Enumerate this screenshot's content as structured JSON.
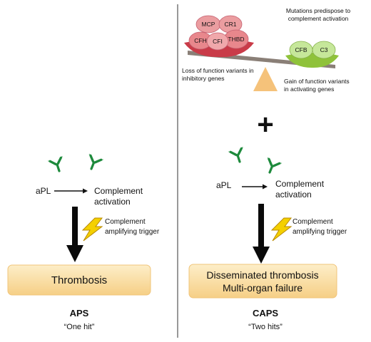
{
  "left": {
    "antibody_label": "aPL",
    "activation_line1": "Complement",
    "activation_line2": "activation",
    "trigger_line1": "Complement",
    "trigger_line2": "amplifying trigger",
    "outcome": "Thrombosis",
    "syndrome": "APS",
    "subtitle": "“One hit”"
  },
  "right": {
    "mutations_line1": "Mutations predispose to",
    "mutations_line2": "complement activation",
    "inhibitory_proteins": [
      "MCP",
      "CR1",
      "CFH",
      "CFI",
      "THBD"
    ],
    "activating_proteins": [
      "CFB",
      "C3"
    ],
    "loss_line1": "Loss of function variants in",
    "loss_line2": "inhibitory genes",
    "gain_line1": "Gain of function variants",
    "gain_line2": "in activating genes",
    "plus": "+",
    "antibody_label": "aPL",
    "activation_line1": "Complement",
    "activation_line2": "activation",
    "trigger_line1": "Complement",
    "trigger_line2": "amplifying trigger",
    "outcome_line1": "Disseminated thrombosis",
    "outcome_line2": "Multi-organ failure",
    "syndrome": "CAPS",
    "subtitle": "“Two hits”"
  },
  "colors": {
    "antibody": "#1e8a3c",
    "inhibitory_protein": "#e8878c",
    "inhibitory_base": "#c93b48",
    "activating_protein": "#c6e79a",
    "activating_base": "#8fc23a",
    "fulcrum": "#f5c27a",
    "beam": "#8a7f77",
    "outcome_box": "#fbe2aa",
    "lightning": "#f4d000",
    "divider": "#555555"
  },
  "icons": [
    "antibody-icon",
    "lightning-icon",
    "arrow-icon",
    "plus-icon",
    "seesaw-icon"
  ]
}
